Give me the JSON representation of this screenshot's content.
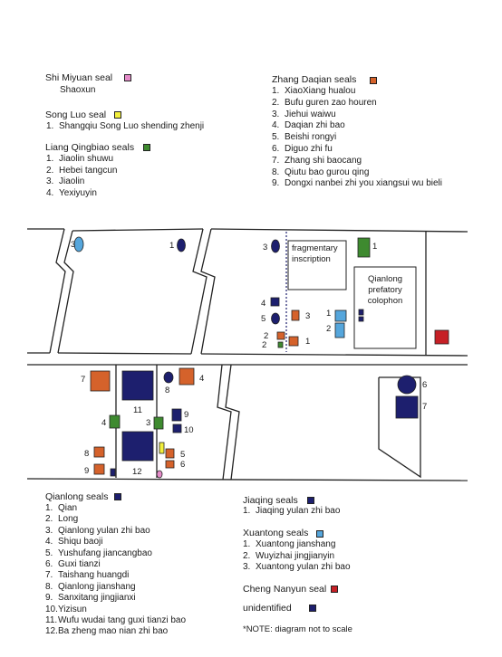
{
  "colors": {
    "shi_miyuan": "#e58bc9",
    "song_luo": "#f2ef3c",
    "liang_qingbiao": "#3e8a2f",
    "zhang_daqian": "#d5622b",
    "qianlong": "#1d1f6e",
    "jiaqing": "#1d1f6e",
    "xuantong": "#55a6dc",
    "cheng_nanyun": "#c62026",
    "unidentified": "#1d1f6e"
  },
  "legends": {
    "shi_miyuan": {
      "title": "Shi Miyuan seal",
      "items": [
        "Shaoxun"
      ]
    },
    "song_luo": {
      "title": "Song Luo seal",
      "items": [
        "Shangqiu Song Luo shending zhenji"
      ]
    },
    "liang_qingbiao": {
      "title": "Liang Qingbiao seals",
      "items": [
        "Jiaolin shuwu",
        "Hebei tangcun",
        "Jiaolin",
        "Yexiyuyin"
      ]
    },
    "zhang_daqian": {
      "title": "Zhang Daqian seals",
      "items": [
        "XiaoXiang hualou",
        "Bufu guren zao houren",
        "Jiehui waiwu",
        "Daqian zhi bao",
        "Beishi rongyi",
        "Diguo zhi fu",
        "Zhang shi baocang",
        "Qiutu bao gurou qing",
        "Dongxi nanbei zhi you xiangsui wu bieli"
      ]
    },
    "qianlong": {
      "title": "Qianlong seals",
      "items": [
        "Qian",
        "Long",
        "Qianlong yulan zhi bao",
        "Shiqu baoji",
        "Yushufang jiancangbao",
        "Guxi tianzi",
        "Taishang huangdi",
        "Qianlong jianshang",
        "Sanxitang jingjianxi",
        "Yizisun",
        "Wufu wudai tang guxi tianzi bao",
        "Ba zheng mao nian zhi bao"
      ]
    },
    "jiaqing": {
      "title": "Jiaqing seals",
      "items": [
        "Jiaqing yulan zhi bao"
      ]
    },
    "xuantong": {
      "title": "Xuantong seals",
      "items": [
        "Xuantong jianshang",
        "Wuyizhai jingjianyin",
        "Xuantong yulan zhi bao"
      ]
    },
    "cheng_nanyun": {
      "title": "Cheng Nanyun seal"
    },
    "unidentified": {
      "title": "unidentified"
    }
  },
  "diagram": {
    "fragmentary_inscription": "fragmentary\ninscription",
    "qianlong_prefatory_colophon": "Qianlong\nprefatory\ncolophon",
    "labels": {
      "top": [
        "3",
        "1",
        "3",
        "4",
        "5",
        "3",
        "2",
        "1",
        "2",
        "1",
        "2",
        "1"
      ],
      "bottom": [
        "7",
        "8",
        "4",
        "11",
        "9",
        "10",
        "4",
        "3",
        "5",
        "6",
        "8",
        "9",
        "12",
        "6",
        "7"
      ]
    }
  },
  "note": "*NOTE: diagram not to scale"
}
